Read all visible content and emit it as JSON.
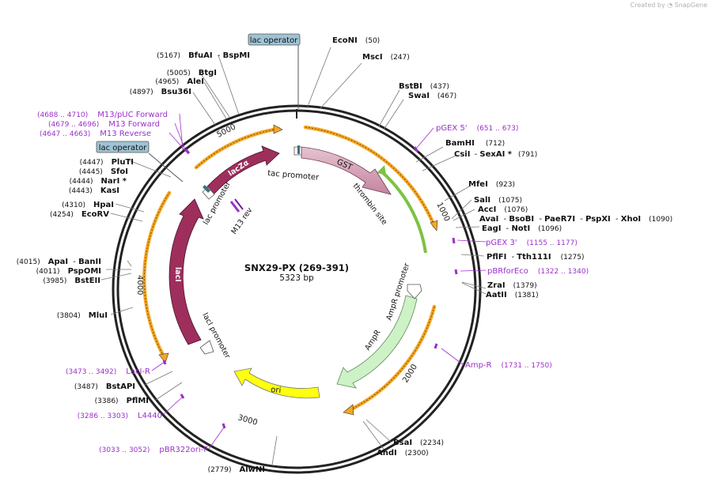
{
  "credit": {
    "prefix": "Created by",
    "brand": "SnapGene"
  },
  "plasmid": {
    "name": "SNX29-PX (269-391)",
    "size_label": "5323 bp",
    "length": 5323
  },
  "ruler": [
    "1000",
    "2000",
    "3000",
    "4000",
    "5000"
  ],
  "colors": {
    "GST": "#d4a0b6",
    "lacI": "#9e2f5d",
    "lacZa": "#9e2f5d",
    "AmpR": "#ccf2c6",
    "ori": "#ffff10",
    "thrombin": "#b6d77f",
    "primer": "#9b30c9",
    "operator_fill": "#9ec3d4",
    "orf": "#f5a623"
  },
  "features": [
    {
      "name": "GST",
      "kind": "gst"
    },
    {
      "name": "thrombin site",
      "kind": "thrombin"
    },
    {
      "name": "tac promoter",
      "kind": "promoter"
    },
    {
      "name": "lac operator",
      "kind": "operator"
    },
    {
      "name": "lac operator",
      "kind": "operator"
    },
    {
      "name": "lacZα",
      "kind": "lacza"
    },
    {
      "name": "lac promoter",
      "kind": "promoter"
    },
    {
      "name": "M13 rev",
      "kind": "primer"
    },
    {
      "name": "lacI",
      "kind": "laci"
    },
    {
      "name": "lacI promoter",
      "kind": "promoter"
    },
    {
      "name": "ori",
      "kind": "ori"
    },
    {
      "name": "AmpR",
      "kind": "ampr"
    },
    {
      "name": "AmpR promoter",
      "kind": "promoter"
    }
  ],
  "enzymes": [
    {
      "name": "EcoNI",
      "pos": "(50)"
    },
    {
      "name": "MscI",
      "pos": "(247)"
    },
    {
      "name": "BstBI",
      "pos": "(437)"
    },
    {
      "name": "SwaI",
      "pos": "(467)"
    },
    {
      "name": "BamHI",
      "pos": "(712)"
    },
    {
      "name": "CsiI",
      "pos": ""
    },
    {
      "name": "SexAI *",
      "pos": "(791)"
    },
    {
      "name": "MfeI",
      "pos": "(923)"
    },
    {
      "name": "SalI",
      "pos": "(1075)"
    },
    {
      "name": "AccI",
      "pos": "(1076)"
    },
    {
      "name": "AvaI",
      "pos": ""
    },
    {
      "name": "BsoBI",
      "pos": ""
    },
    {
      "name": "PaeR7I",
      "pos": ""
    },
    {
      "name": "PspXI",
      "pos": ""
    },
    {
      "name": "XhoI",
      "pos": "(1090)"
    },
    {
      "name": "EagI",
      "pos": ""
    },
    {
      "name": "NotI",
      "pos": "(1096)"
    },
    {
      "name": "PflFI",
      "pos": ""
    },
    {
      "name": "Tth111I",
      "pos": "(1275)"
    },
    {
      "name": "ZraI",
      "pos": "(1379)"
    },
    {
      "name": "AatII",
      "pos": "(1381)"
    },
    {
      "name": "BsaI",
      "pos": "(2234)"
    },
    {
      "name": "AhdI",
      "pos": "(2300)"
    },
    {
      "name": "AlwNI",
      "pos": "(2779)"
    },
    {
      "name": "PflMI",
      "pos": "(3386)"
    },
    {
      "name": "BstAPI",
      "pos": "(3487)"
    },
    {
      "name": "MluI",
      "pos": "(3804)"
    },
    {
      "name": "BstEII",
      "pos": "(3985)"
    },
    {
      "name": "PspOMI",
      "pos": "(4011)"
    },
    {
      "name": "ApaI",
      "pos": "(4015)"
    },
    {
      "name": "BanII",
      "pos": ""
    },
    {
      "name": "EcoRV",
      "pos": "(4254)"
    },
    {
      "name": "HpaI",
      "pos": "(4310)"
    },
    {
      "name": "KasI",
      "pos": "(4443)"
    },
    {
      "name": "NarI *",
      "pos": "(4444)"
    },
    {
      "name": "SfoI",
      "pos": "(4445)"
    },
    {
      "name": "PluTI",
      "pos": "(4447)"
    },
    {
      "name": "Bsu36I",
      "pos": "(4897)"
    },
    {
      "name": "AleI",
      "pos": "(4965)"
    },
    {
      "name": "BtgI",
      "pos": "(5005)"
    },
    {
      "name": "BfuAI",
      "pos": "(5167)"
    },
    {
      "name": "BspMI",
      "pos": ""
    }
  ],
  "primers": [
    {
      "name": "pGEX 5'",
      "range": "(651 .. 673)"
    },
    {
      "name": "pGEX 3'",
      "range": "(1155 .. 1177)"
    },
    {
      "name": "pBRforEco",
      "range": "(1322 .. 1340)"
    },
    {
      "name": "Amp-R",
      "range": "(1731 .. 1750)"
    },
    {
      "name": "pBR322ori-F",
      "range": "(3033 .. 3052)"
    },
    {
      "name": "L4440",
      "range": "(3286 .. 3303)"
    },
    {
      "name": "LacI-R",
      "range": "(3473 .. 3492)"
    },
    {
      "name": "M13 Reverse",
      "range": "(4647 .. 4663)"
    },
    {
      "name": "M13 Forward",
      "range": "(4679 .. 4696)"
    },
    {
      "name": "M13/pUC Forward",
      "range": "(4688 .. 4710)"
    }
  ]
}
